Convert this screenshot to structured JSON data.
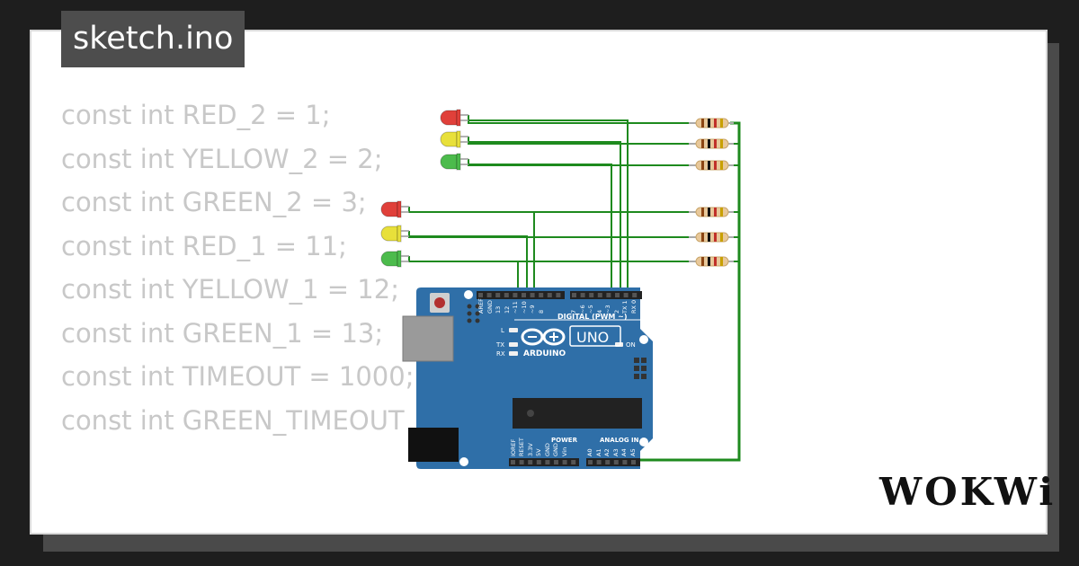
{
  "file_tab": {
    "title": "sketch.ino"
  },
  "code_lines": [
    "const int RED_2 = 1;",
    "const int YELLOW_2 = 2;",
    "const int GREEN_2 = 3;",
    "const int RED_1 = 11;",
    "const int YELLOW_1 = 12;",
    "const int GREEN_1 = 13;",
    "const int TIMEOUT = 1000;",
    "const int GREEN_TIMEOUT"
  ],
  "board": {
    "model": "UNO",
    "brand": "ARDUINO",
    "digital_label": "DIGITAL (PWM ~)",
    "top_pins": [
      "AREF",
      "GND",
      "13",
      "12",
      "~11",
      "~10",
      "~9",
      "8",
      "7",
      "~6",
      "~5",
      "4",
      "~3",
      "2",
      "TX 1",
      "RX 0"
    ],
    "power_label": "POWER",
    "analog_label": "ANALOG IN",
    "bottom_pins": [
      "IOREF",
      "RESET",
      "3.3V",
      "5V",
      "GND",
      "GND",
      "Vin",
      "A0",
      "A1",
      "A2",
      "A3",
      "A4",
      "A5"
    ],
    "led_labels": {
      "l": "L",
      "tx": "TX",
      "rx": "RX",
      "on": "ON"
    }
  },
  "leds": [
    {
      "color_name": "red",
      "color": "#e0403a"
    },
    {
      "color_name": "yellow",
      "color": "#e8e03a"
    },
    {
      "color_name": "green",
      "color": "#4cbb4c"
    },
    {
      "color_name": "red",
      "color": "#e0403a"
    },
    {
      "color_name": "yellow",
      "color": "#e8e03a"
    },
    {
      "color_name": "green",
      "color": "#4cbb4c"
    }
  ],
  "wire_color": "#1e8a1e",
  "board_color": "#2f6fa8",
  "brand_logo": "WOKWi"
}
